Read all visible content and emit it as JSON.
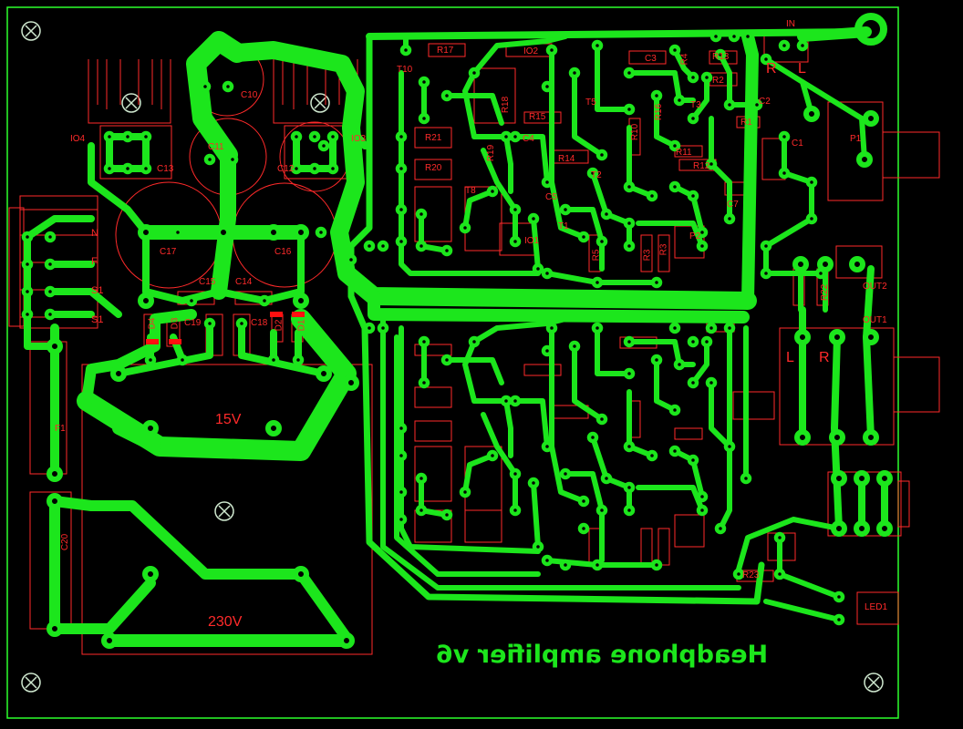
{
  "board": {
    "title": "Headphone amplifier v6",
    "colors": {
      "background": "#000000",
      "copper": "#1ce61c",
      "silkscreen": "#ff2a2a",
      "outline": "#2cff2c",
      "pad_hole": "#000000",
      "smd": "#ff1010"
    }
  },
  "labels": {
    "transformer_secondary": "15V",
    "transformer_primary": "230V",
    "input": "IN",
    "in_left": "L",
    "in_right": "R",
    "out_left": "L",
    "out_right": "R",
    "conn_n": "N",
    "conn_f": "F",
    "conn_s1a": "S1",
    "conn_s1b": "S1"
  },
  "components": {
    "io4": "IO4",
    "io3": "IO3",
    "io2": "IO2",
    "io1": "IO1",
    "c10": "C10",
    "c11": "C11",
    "c12": "C12",
    "c13": "C13",
    "c14": "C14",
    "c15": "C15",
    "c16": "C16",
    "c17": "C17",
    "c18": "C18",
    "c19": "C19",
    "c20": "C20",
    "c1": "C1",
    "c2": "C2",
    "c3": "C3",
    "c4": "C4",
    "c5": "C5",
    "c7": "C7",
    "d1": "D1",
    "d2": "D2",
    "d3": "D3",
    "d4": "D4",
    "f1": "F1",
    "p1": "P1",
    "p2": "P2",
    "out1": "OUT1",
    "out2": "OUT2",
    "led1": "LED1",
    "r1": "R1",
    "r2": "R2",
    "r3": "R3",
    "r4": "R4",
    "r5": "R5",
    "r10": "R10",
    "r11": "R11",
    "r12": "R12",
    "r13": "R13",
    "r14": "R14",
    "r15": "R15",
    "r16": "R16",
    "r17": "R17",
    "r18": "R18",
    "r19": "R19",
    "r20": "R20",
    "r21": "R21",
    "r22": "R22",
    "r23": "R23",
    "r3b": "R3",
    "t1": "T1",
    "t2": "T2",
    "t3": "T3",
    "t5": "T5",
    "t8": "T8",
    "t10": "T10"
  }
}
